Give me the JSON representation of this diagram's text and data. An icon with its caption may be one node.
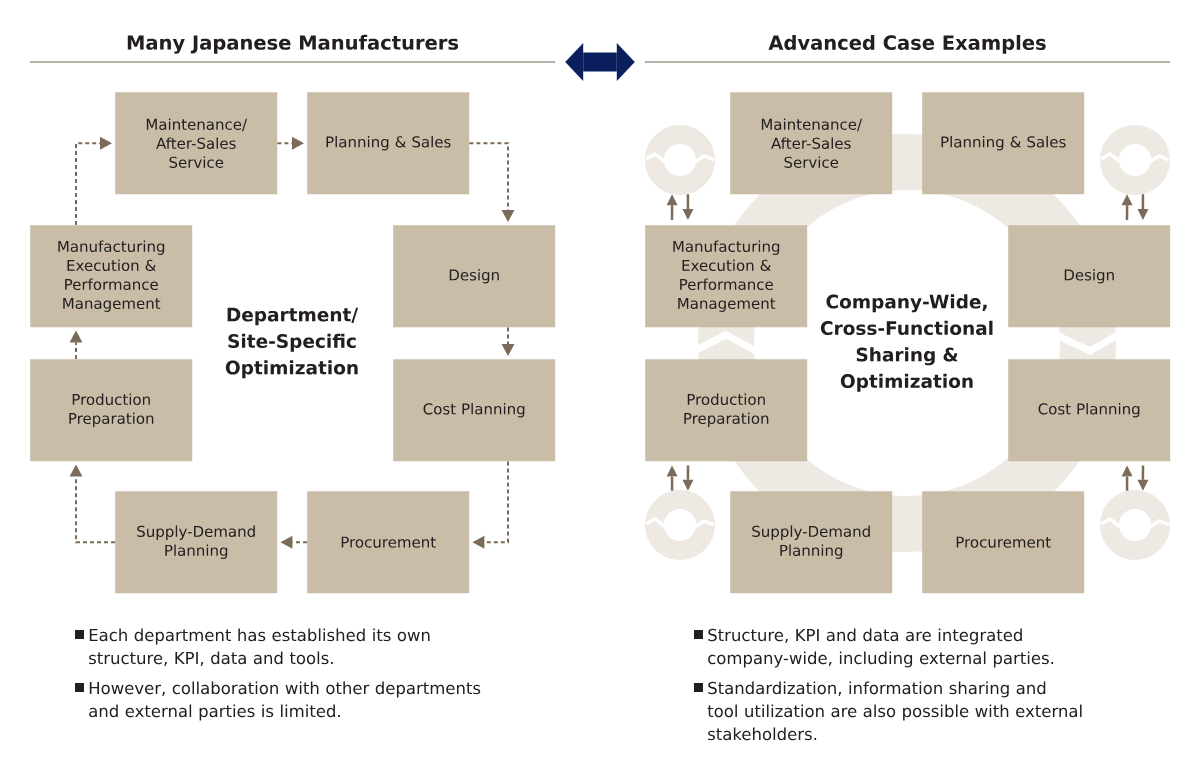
{
  "diagram": {
    "nodes": [
      {
        "text": [
          "Many Japanese Manufacturers"
        ]
      },
      {
        "text": [
          "Advanced Case Examples"
        ]
      },
      {
        "text": [
          "Maintenance/ After-Sales Service"
        ]
      },
      {
        "text": [
          "Planning & Sales"
        ]
      },
      {
        "text": [
          "Manufacturing Execution & Performance Management"
        ]
      },
      {
        "text": [
          "Design"
        ]
      },
      {
        "text": [
          "Production Preparation"
        ]
      },
      {
        "text": [
          "Cost Planning"
        ]
      },
      {
        "text": [
          "Supply-Demand Planning"
        ]
      },
      {
        "text": [
          "Procurement"
        ]
      },
      {
        "text": [],
        "shape": "circle"
      },
      {
        "text": [
          "Maintenance/ After-Sales Service"
        ]
      },
      {
        "text": [
          "Planning & Sales"
        ]
      },
      {
        "text": [],
        "shape": "circle"
      },
      {
        "text": [
          "Manufacturing Execution & Performance Management"
        ]
      },
      {
        "text": [
          "Design"
        ]
      },
      {
        "text": [
          "Production Preparation"
        ]
      },
      {
        "text": [
          "Cost Planning"
        ]
      },
      {
        "text": [],
        "shape": "circle"
      },
      {
        "text": [
          "Supply-Demand Planning"
        ]
      },
      {
        "text": [
          "Procurement"
        ]
      },
      {
        "text": [],
        "shape": "circle"
      }
    ],
    "edges": [
      {
        "from": 0,
        "to": 1,
        "arrow": "both",
        "style": "thick",
        "color": "#0b1f5e"
      },
      {
        "from": 4,
        "to": 2,
        "arrow": "to",
        "style": "dashed"
      },
      {
        "from": 2,
        "to": 3,
        "arrow": "to",
        "style": "dashed"
      },
      {
        "from": 3,
        "to": 5,
        "arrow": "to",
        "style": "dashed"
      },
      {
        "from": 5,
        "to": 7,
        "arrow": "to",
        "style": "dashed"
      },
      {
        "from": 7,
        "to": 9,
        "arrow": "to",
        "style": "dashed"
      },
      {
        "from": 9,
        "to": 8,
        "arrow": "to",
        "style": "dashed"
      },
      {
        "from": 8,
        "to": 6,
        "arrow": "to",
        "style": "dashed"
      },
      {
        "from": 6,
        "to": 4,
        "arrow": "to",
        "style": "dashed"
      },
      {
        "from": 14,
        "to": 10,
        "arrow": "to"
      },
      {
        "from": 10,
        "to": 14,
        "arrow": "to"
      },
      {
        "from": 15,
        "to": 13,
        "arrow": "to"
      },
      {
        "from": 13,
        "to": 15,
        "arrow": "to"
      },
      {
        "from": 18,
        "to": 16,
        "arrow": "to"
      },
      {
        "from": 16,
        "to": 18,
        "arrow": "to"
      },
      {
        "from": 21,
        "to": 17,
        "arrow": "to"
      },
      {
        "from": 17,
        "to": 21,
        "arrow": "to"
      }
    ],
    "labels": [
      "Department/ Site-Specific Optimization",
      "Company-Wide, Cross-Functional Sharing & Optimization",
      "Each department has established its own structure, KPI, data and tools.",
      "However, collaboration with other departments and external parties is limited.",
      "Structure, KPI and data are integrated company-wide, including external parties.",
      "Standardization, information sharing and tool utilization are also possible with external stakeholders."
    ]
  }
}
